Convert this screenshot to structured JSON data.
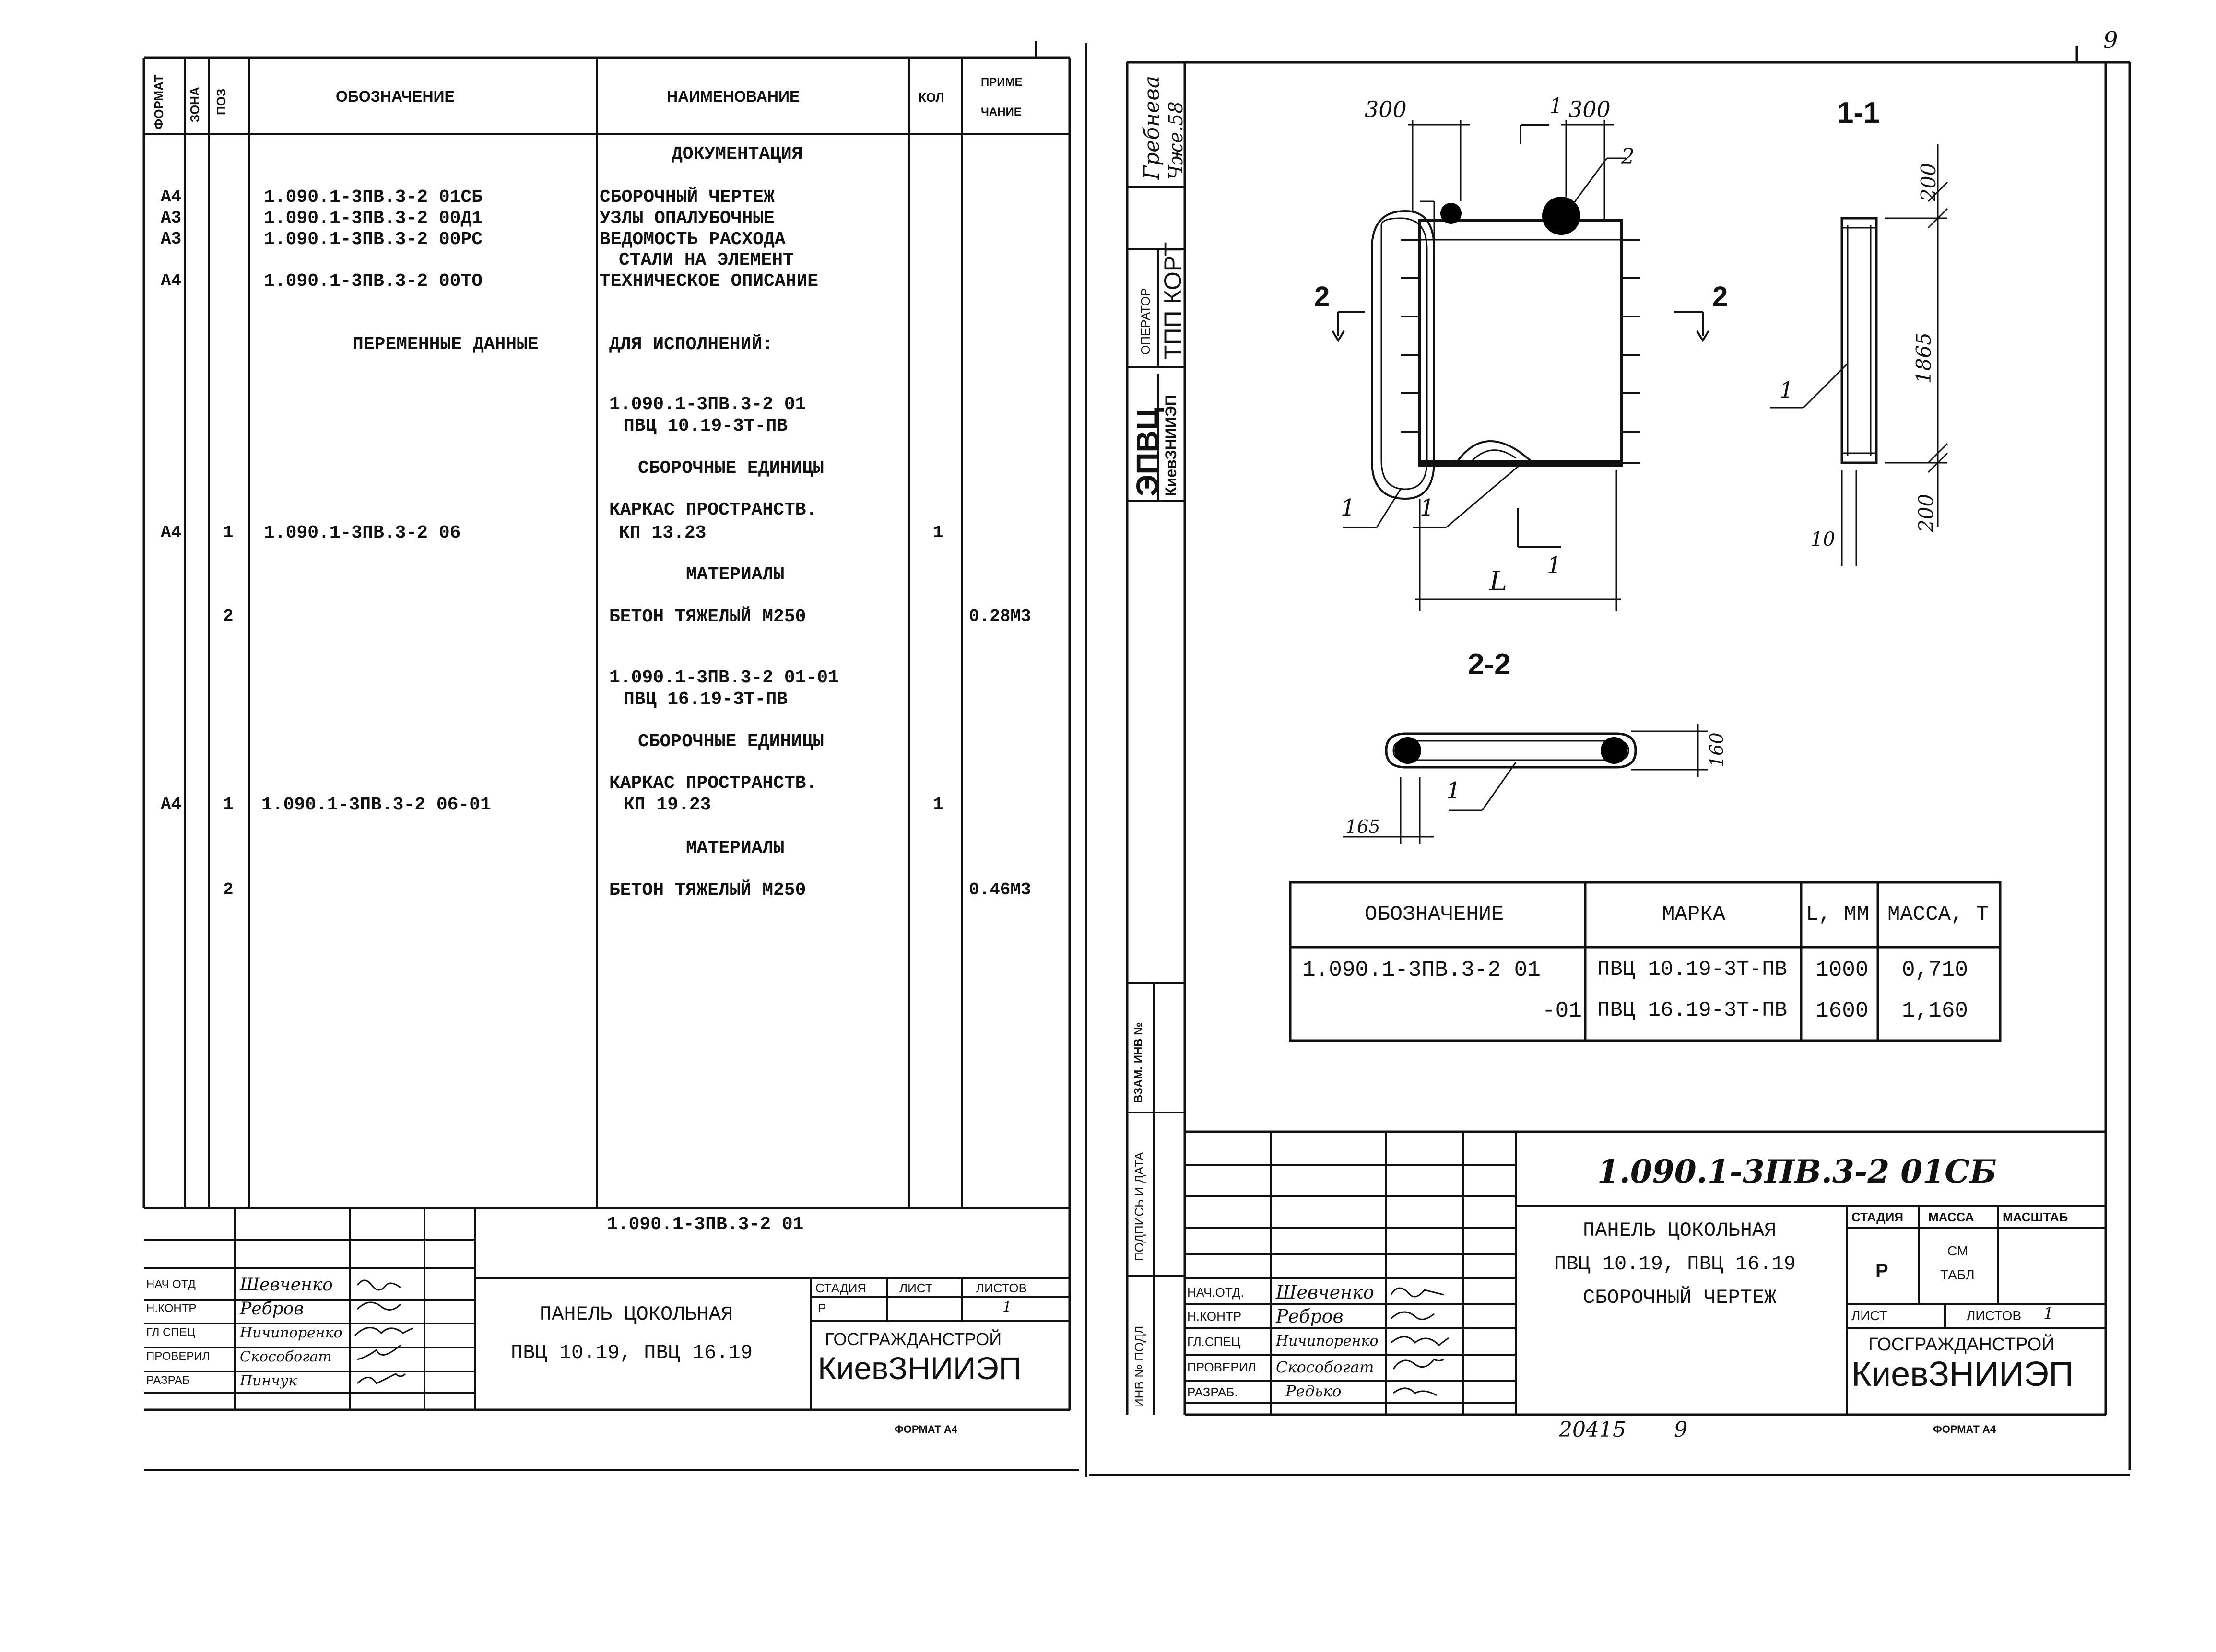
{
  "left_sheet": {
    "header": {
      "format": "ФОРМАТ",
      "zone": "ЗОНА",
      "pos": "ПОЗ",
      "designation": "ОБОЗНАЧЕНИЕ",
      "name": "НАИМЕНОВАНИЕ",
      "qty": "КОЛ",
      "note_1": "ПРИМЕ",
      "note_2": "ЧАНИЕ"
    },
    "rows": [
      {
        "format": "",
        "pos": "",
        "designation": "",
        "name": "ДОКУМЕНТАЦИЯ",
        "qty": "",
        "note": ""
      },
      {
        "format": "А4",
        "pos": "",
        "designation": "1.090.1-3ПВ.3-2 01СБ",
        "name": "СБОРОЧНЫЙ ЧЕРТЕЖ",
        "qty": "",
        "note": ""
      },
      {
        "format": "А3",
        "pos": "",
        "designation": "1.090.1-3ПВ.3-2 00Д1",
        "name": "УЗЛЫ ОПАЛУБОЧНЫЕ",
        "qty": "",
        "note": ""
      },
      {
        "format": "А3",
        "pos": "",
        "designation": "1.090.1-3ПВ.3-2 00РС",
        "name": "ВЕДОМОСТЬ РАСХОДА",
        "qty": "",
        "note": ""
      },
      {
        "format": "",
        "pos": "",
        "designation": "",
        "name": "СТАЛИ НА ЭЛЕМЕНТ",
        "qty": "",
        "note": ""
      },
      {
        "format": "А4",
        "pos": "",
        "designation": "1.090.1-3ПВ.3-2 00ТО",
        "name": "ТЕХНИЧЕСКОЕ ОПИСАНИЕ",
        "qty": "",
        "note": ""
      },
      {
        "format": "",
        "pos": "",
        "designation": "ПЕРЕМЕННЫЕ ДАННЫЕ",
        "name": "ДЛЯ ИСПОЛНЕНИЙ:",
        "qty": "",
        "note": ""
      },
      {
        "format": "",
        "pos": "",
        "designation": "",
        "name": "1.090.1-3ПВ.3-2 01",
        "qty": "",
        "note": ""
      },
      {
        "format": "",
        "pos": "",
        "designation": "",
        "name": "ПВЦ 10.19-3Т-ПВ",
        "qty": "",
        "note": ""
      },
      {
        "format": "",
        "pos": "",
        "designation": "",
        "name": "СБОРОЧНЫЕ ЕДИНИЦЫ",
        "qty": "",
        "note": ""
      },
      {
        "format": "",
        "pos": "",
        "designation": "",
        "name": "КАРКАС ПРОСТРАНСТВ.",
        "qty": "",
        "note": ""
      },
      {
        "format": "А4",
        "pos": "1",
        "designation": "1.090.1-3ПВ.3-2 06",
        "name": "КП 13.23",
        "qty": "1",
        "note": ""
      },
      {
        "format": "",
        "pos": "",
        "designation": "",
        "name": "МАТЕРИАЛЫ",
        "qty": "",
        "note": ""
      },
      {
        "format": "",
        "pos": "2",
        "designation": "",
        "name": "БЕТОН ТЯЖЕЛЫЙ М250",
        "qty": "",
        "note": "0.28М3"
      },
      {
        "format": "",
        "pos": "",
        "designation": "",
        "name": "1.090.1-3ПВ.3-2 01-01",
        "qty": "",
        "note": ""
      },
      {
        "format": "",
        "pos": "",
        "designation": "",
        "name": "ПВЦ 16.19-3Т-ПВ",
        "qty": "",
        "note": ""
      },
      {
        "format": "",
        "pos": "",
        "designation": "",
        "name": "СБОРОЧНЫЕ ЕДИНИЦЫ",
        "qty": "",
        "note": ""
      },
      {
        "format": "",
        "pos": "",
        "designation": "",
        "name": "КАРКАС ПРОСТРАНСТВ.",
        "qty": "",
        "note": ""
      },
      {
        "format": "А4",
        "pos": "1",
        "designation": "1.090.1-3ПВ.3-2 06-01",
        "name": "КП 19.23",
        "qty": "1",
        "note": ""
      },
      {
        "format": "",
        "pos": "",
        "designation": "",
        "name": "МАТЕРИАЛЫ",
        "qty": "",
        "note": ""
      },
      {
        "format": "",
        "pos": "2",
        "designation": "",
        "name": "БЕТОН ТЯЖЕЛЫЙ М250",
        "qty": "",
        "note": "0.46М3"
      }
    ],
    "title_block": {
      "doc_code": "1.090.1-3ПВ.3-2 01",
      "title_1": "ПАНЕЛЬ ЦОКОЛЬНАЯ",
      "title_2": "ПВЦ 10.19, ПВЦ 16.19",
      "stage_label": "СТАДИЯ",
      "sheet_label": "ЛИСТ",
      "sheets_label": "ЛИСТОВ",
      "stage_value": "Р",
      "sheets_value": "1",
      "org_1": "ГОСГРАЖДАНСТРОЙ",
      "org_2": "КиевЗНИИЭП",
      "roles": [
        {
          "role": "НАЧ ОТД",
          "name": "Шевченко"
        },
        {
          "role": "Н.КОНТР",
          "name": "Ребров"
        },
        {
          "role": "ГЛ СПЕЦ",
          "name": "Ничипоренко"
        },
        {
          "role": "ПРОВЕРИЛ",
          "name": "Скособогат"
        },
        {
          "role": "РАЗРАБ",
          "name": "Пинчук"
        }
      ],
      "format_note": "ФОРМАТ А4"
    }
  },
  "right_sheet": {
    "page_number": "9",
    "side_stamp": {
      "person_1": "Гребнева",
      "person_1_sign": "Чже.58",
      "operator_label": "ОПЕРАТОР",
      "operator_value": "ТПП КОРТ",
      "dept": "ЭПВЦ",
      "org": "КиевЗНИИЭП"
    },
    "margin_labels": {
      "replace_inv": "ВЗАМ. ИНВ №",
      "sign_date": "ПОДПИСЬ И ДАТА",
      "inv_orig": "ИНВ № ПОДЛ"
    },
    "drawing": {
      "dim_300_left": "300",
      "dim_300_right": "300",
      "section_mark": "1",
      "section_2_mark": "2",
      "leader_1": "1",
      "leader_2": "2",
      "dim_L": "L",
      "view_1_1_title": "1-1",
      "dim_200_top": "200",
      "dim_1865": "1865",
      "dim_200_bottom": "200",
      "dim_10": "10",
      "view_2_2_title": "2-2",
      "dim_160": "160",
      "dim_165": "165"
    },
    "table": {
      "headers": [
        "ОБОЗНАЧЕНИЕ",
        "МАРКА",
        "L, ММ",
        "МАССА, Т"
      ],
      "rows": [
        [
          "1.090.1-3ПВ.3-2 01",
          "ПВЦ 10.19-3Т-ПВ",
          "1000",
          "0,710"
        ],
        [
          "-01",
          "ПВЦ 16.19-3Т-ПВ",
          "1600",
          "1,160"
        ]
      ]
    },
    "title_block": {
      "doc_code": "1.090.1-3ПВ.3-2   01СБ",
      "title_1": "ПАНЕЛЬ ЦОКОЛЬНАЯ",
      "title_2": "ПВЦ 10.19, ПВЦ 16.19",
      "title_3": "СБОРОЧНЫЙ ЧЕРТЕЖ",
      "stage_label": "СТАДИЯ",
      "mass_label": "МАССА",
      "scale_label": "МАСШТАБ",
      "stage_value": "Р",
      "mass_value_1": "СМ",
      "mass_value_2": "ТАБЛ",
      "sheet_label": "ЛИСТ",
      "sheets_label": "ЛИСТОВ",
      "sheets_value": "1",
      "org_1": "ГОСГРАЖДАНСТРОЙ",
      "org_2": "КиевЗНИИЭП",
      "roles": [
        {
          "role": "НАЧ.ОТД.",
          "name": "Шевченко"
        },
        {
          "role": "Н.КОНТР",
          "name": "Ребров"
        },
        {
          "role": "ГЛ.СПЕЦ",
          "name": "Ничипоренко"
        },
        {
          "role": "ПРОВЕРИЛ",
          "name": "Скособогат"
        },
        {
          "role": "РАЗРАБ.",
          "name": "Редько"
        }
      ],
      "archive_no": "20415",
      "archive_sheet": "9",
      "format_note": "ФОРМАТ А4"
    }
  }
}
